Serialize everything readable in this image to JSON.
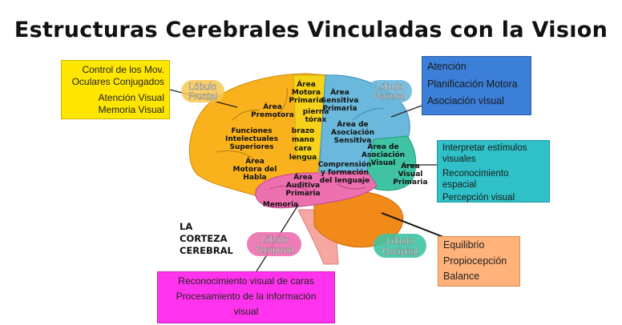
{
  "title": "Estructuras Cerebrales Vinculadas con la Visıon",
  "boxes": {
    "yellow": [
      "Control de los Mov.",
      "Oculares Conjugados",
      "Atención Visual",
      "Memoria Visual"
    ],
    "blue": [
      "Atención",
      "Planificación Motora",
      "Asociación visual"
    ],
    "teal": [
      "Interpretar estímulos",
      "visuales",
      "Reconocimiento",
      "espacial",
      "Percepción visual"
    ],
    "orange": [
      "Equilibrio",
      "Propiocepción",
      "Balance"
    ],
    "pink": [
      "Reconocimiento visual de caras",
      "Procesamiento de la información",
      "visual"
    ]
  },
  "corteza": [
    "LA",
    "CORTEZA",
    "CEREBRAL"
  ],
  "lobes": {
    "frontal": [
      "Lóbulo",
      "Frontal"
    ],
    "parietal": [
      "Lóbulo",
      "Parietal"
    ],
    "temporal": [
      "Lóbulo",
      "Temporal"
    ],
    "occipital": [
      "Lóbulo",
      "Occipital"
    ]
  },
  "areas": {
    "premotora": [
      "Área",
      "Premotora"
    ],
    "motora_primaria": [
      "Área",
      "Motora",
      "Primaria"
    ],
    "sensitiva_primaria": [
      "Área",
      "Sensitiva",
      "Primaria"
    ],
    "pierna_torax": [
      "pierna",
      "tórax"
    ],
    "brazo": [
      "brazo",
      "mano",
      "cara",
      "lengua"
    ],
    "funciones": [
      "Funciones",
      "Intelectuales",
      "Superiores"
    ],
    "asociacion_sensitiva": [
      "Área de",
      "Asociación",
      "Sensitiva"
    ],
    "asociacion_visual": [
      "Área de",
      "Asociación",
      "Visual"
    ],
    "visual_primaria": [
      "Área",
      "Visual",
      "Primaria"
    ],
    "motora_habla": [
      "Área",
      "Motora del",
      "Habla"
    ],
    "comprension": [
      "Comprensión",
      "y formación",
      "del lenguaje"
    ],
    "auditiva": [
      "Área",
      "Auditiva",
      "Primaria"
    ],
    "memoria": [
      "Memoria"
    ]
  },
  "colors": {
    "frontal": "#f9b21c",
    "frontal_motor": "#f7d21a",
    "parietal": "#6ab8dc",
    "occipital": "#3fc3a3",
    "temporal": "#ec6fae",
    "cerebellum": "#f28a1a",
    "brainstem": "#f6a7a0"
  }
}
